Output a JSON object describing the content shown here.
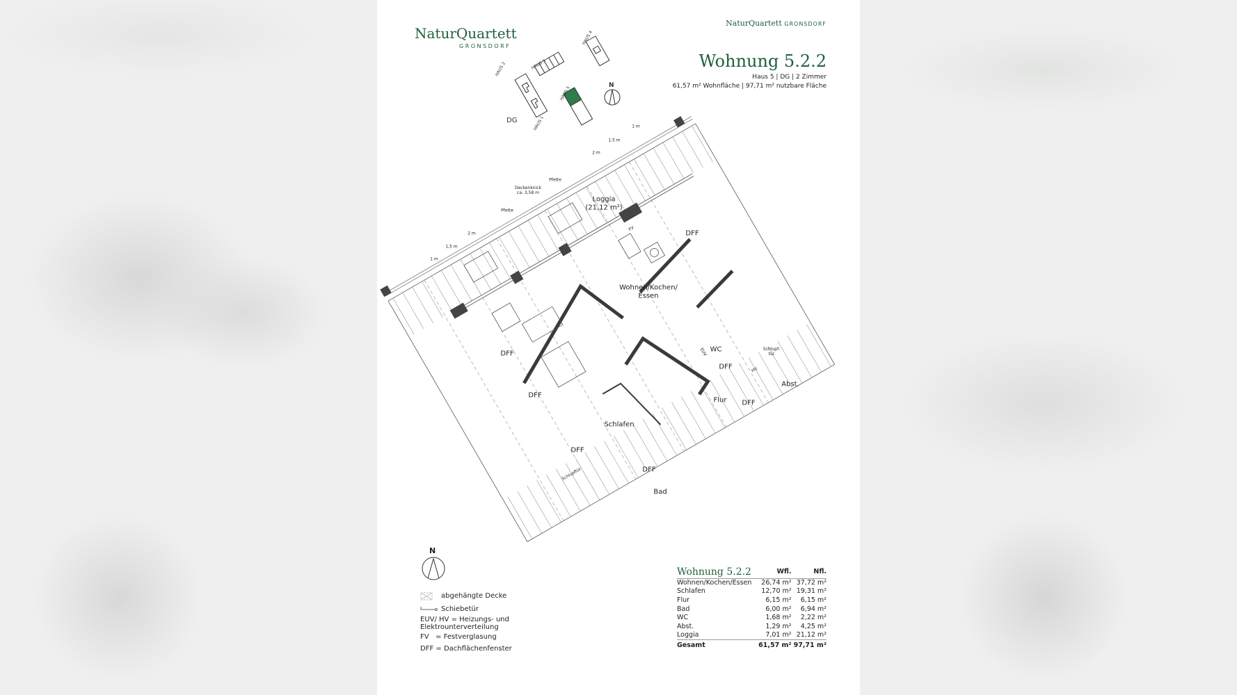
{
  "logo": {
    "name": "NaturQuartett",
    "place": "GRONSDORF"
  },
  "header": {
    "brand": "NaturQuartett",
    "brand_place": "GRONSDORF",
    "title": "Wohnung 5.2.2",
    "subtitle": "Haus 5 | DG | 2 Zimmer",
    "area_line": "61,57 m² Wohnfläche | 97,71 m² nutzbare Fläche"
  },
  "site_map": {
    "houses": [
      "HAUS 1",
      "HAUS 2",
      "HAUS 3",
      "HAUS 4",
      "HAUS 5"
    ],
    "floor": "DG",
    "north": "N",
    "highlight_color": "#2e7d4a"
  },
  "plan": {
    "rooms": {
      "loggia": "Loggia",
      "loggia_area": "(21,12 m²)",
      "living": "Wohnen/Kochen/",
      "living2": "Essen",
      "wc": "WC",
      "abst": "Abst.",
      "flur": "Flur",
      "schlafen": "Schlafen",
      "bad": "Bad",
      "dff": "DFF"
    },
    "annotations": {
      "pfette": "Pfette",
      "deckenknick": "Deckenknick",
      "deckenknick_height": "ca. 3,58 m",
      "fv": "FV",
      "hv": "HV",
      "euv": "EUV",
      "schlupftuer": "Schlupftür",
      "schlupf1": "Schlupf-",
      "schlupf2": "tür"
    },
    "dims": {
      "d1": "1 m",
      "d15": "1,5 m",
      "d2": "2 m"
    }
  },
  "legend": {
    "north": "N",
    "items": [
      "abgehängte Decke",
      "Schiebetür",
      "EUV/ HV = Heizungs- und",
      "Elektrounterverteilung",
      "FV   = Festverglasung",
      "DFF = Dachflächenfenster"
    ]
  },
  "table": {
    "title": "Wohnung 5.2.2",
    "col_wfl": "Wfl.",
    "col_nfl": "Nfl.",
    "rows": [
      [
        "Wohnen/Kochen/Essen",
        "26,74 m²",
        "37,72 m²"
      ],
      [
        "Schlafen",
        "12,70 m²",
        "19,31 m²"
      ],
      [
        "Flur",
        "6,15 m²",
        "6,15 m²"
      ],
      [
        "Bad",
        "6,00 m²",
        "6,94 m²"
      ],
      [
        "WC",
        "1,68 m²",
        "2,22 m²"
      ],
      [
        "Abst.",
        "1,29 m²",
        "4,25 m²"
      ],
      [
        "Loggia",
        "7,01 m²",
        "21,12 m²"
      ]
    ],
    "total": [
      "Gesamt",
      "61,57 m²",
      "97,71 m²"
    ]
  },
  "colors": {
    "accent": "#1f5f3c",
    "wall": "#3a3a3a"
  }
}
